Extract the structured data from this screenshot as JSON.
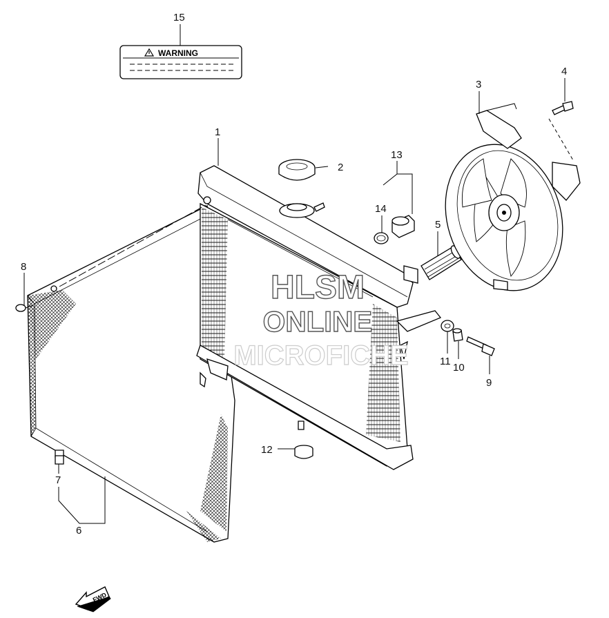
{
  "warning_label": {
    "text": "WARNING",
    "icon": "warning-triangle-icon"
  },
  "callouts": [
    {
      "id": "callout-1",
      "number": "1"
    },
    {
      "id": "callout-2",
      "number": "2"
    },
    {
      "id": "callout-3",
      "number": "3"
    },
    {
      "id": "callout-4",
      "number": "4"
    },
    {
      "id": "callout-5",
      "number": "5"
    },
    {
      "id": "callout-6",
      "number": "6"
    },
    {
      "id": "callout-7",
      "number": "7"
    },
    {
      "id": "callout-8",
      "number": "8"
    },
    {
      "id": "callout-9",
      "number": "9"
    },
    {
      "id": "callout-10",
      "number": "10"
    },
    {
      "id": "callout-11",
      "number": "11"
    },
    {
      "id": "callout-12",
      "number": "12"
    },
    {
      "id": "callout-13",
      "number": "13"
    },
    {
      "id": "callout-14",
      "number": "14"
    },
    {
      "id": "callout-15",
      "number": "15"
    }
  ],
  "watermark": {
    "line1": "HLSM",
    "line2": "ONLINE",
    "line3": "MICROFICHE"
  },
  "fwd_arrow": {
    "text": "FWD",
    "icon": "fwd-arrow-icon"
  }
}
